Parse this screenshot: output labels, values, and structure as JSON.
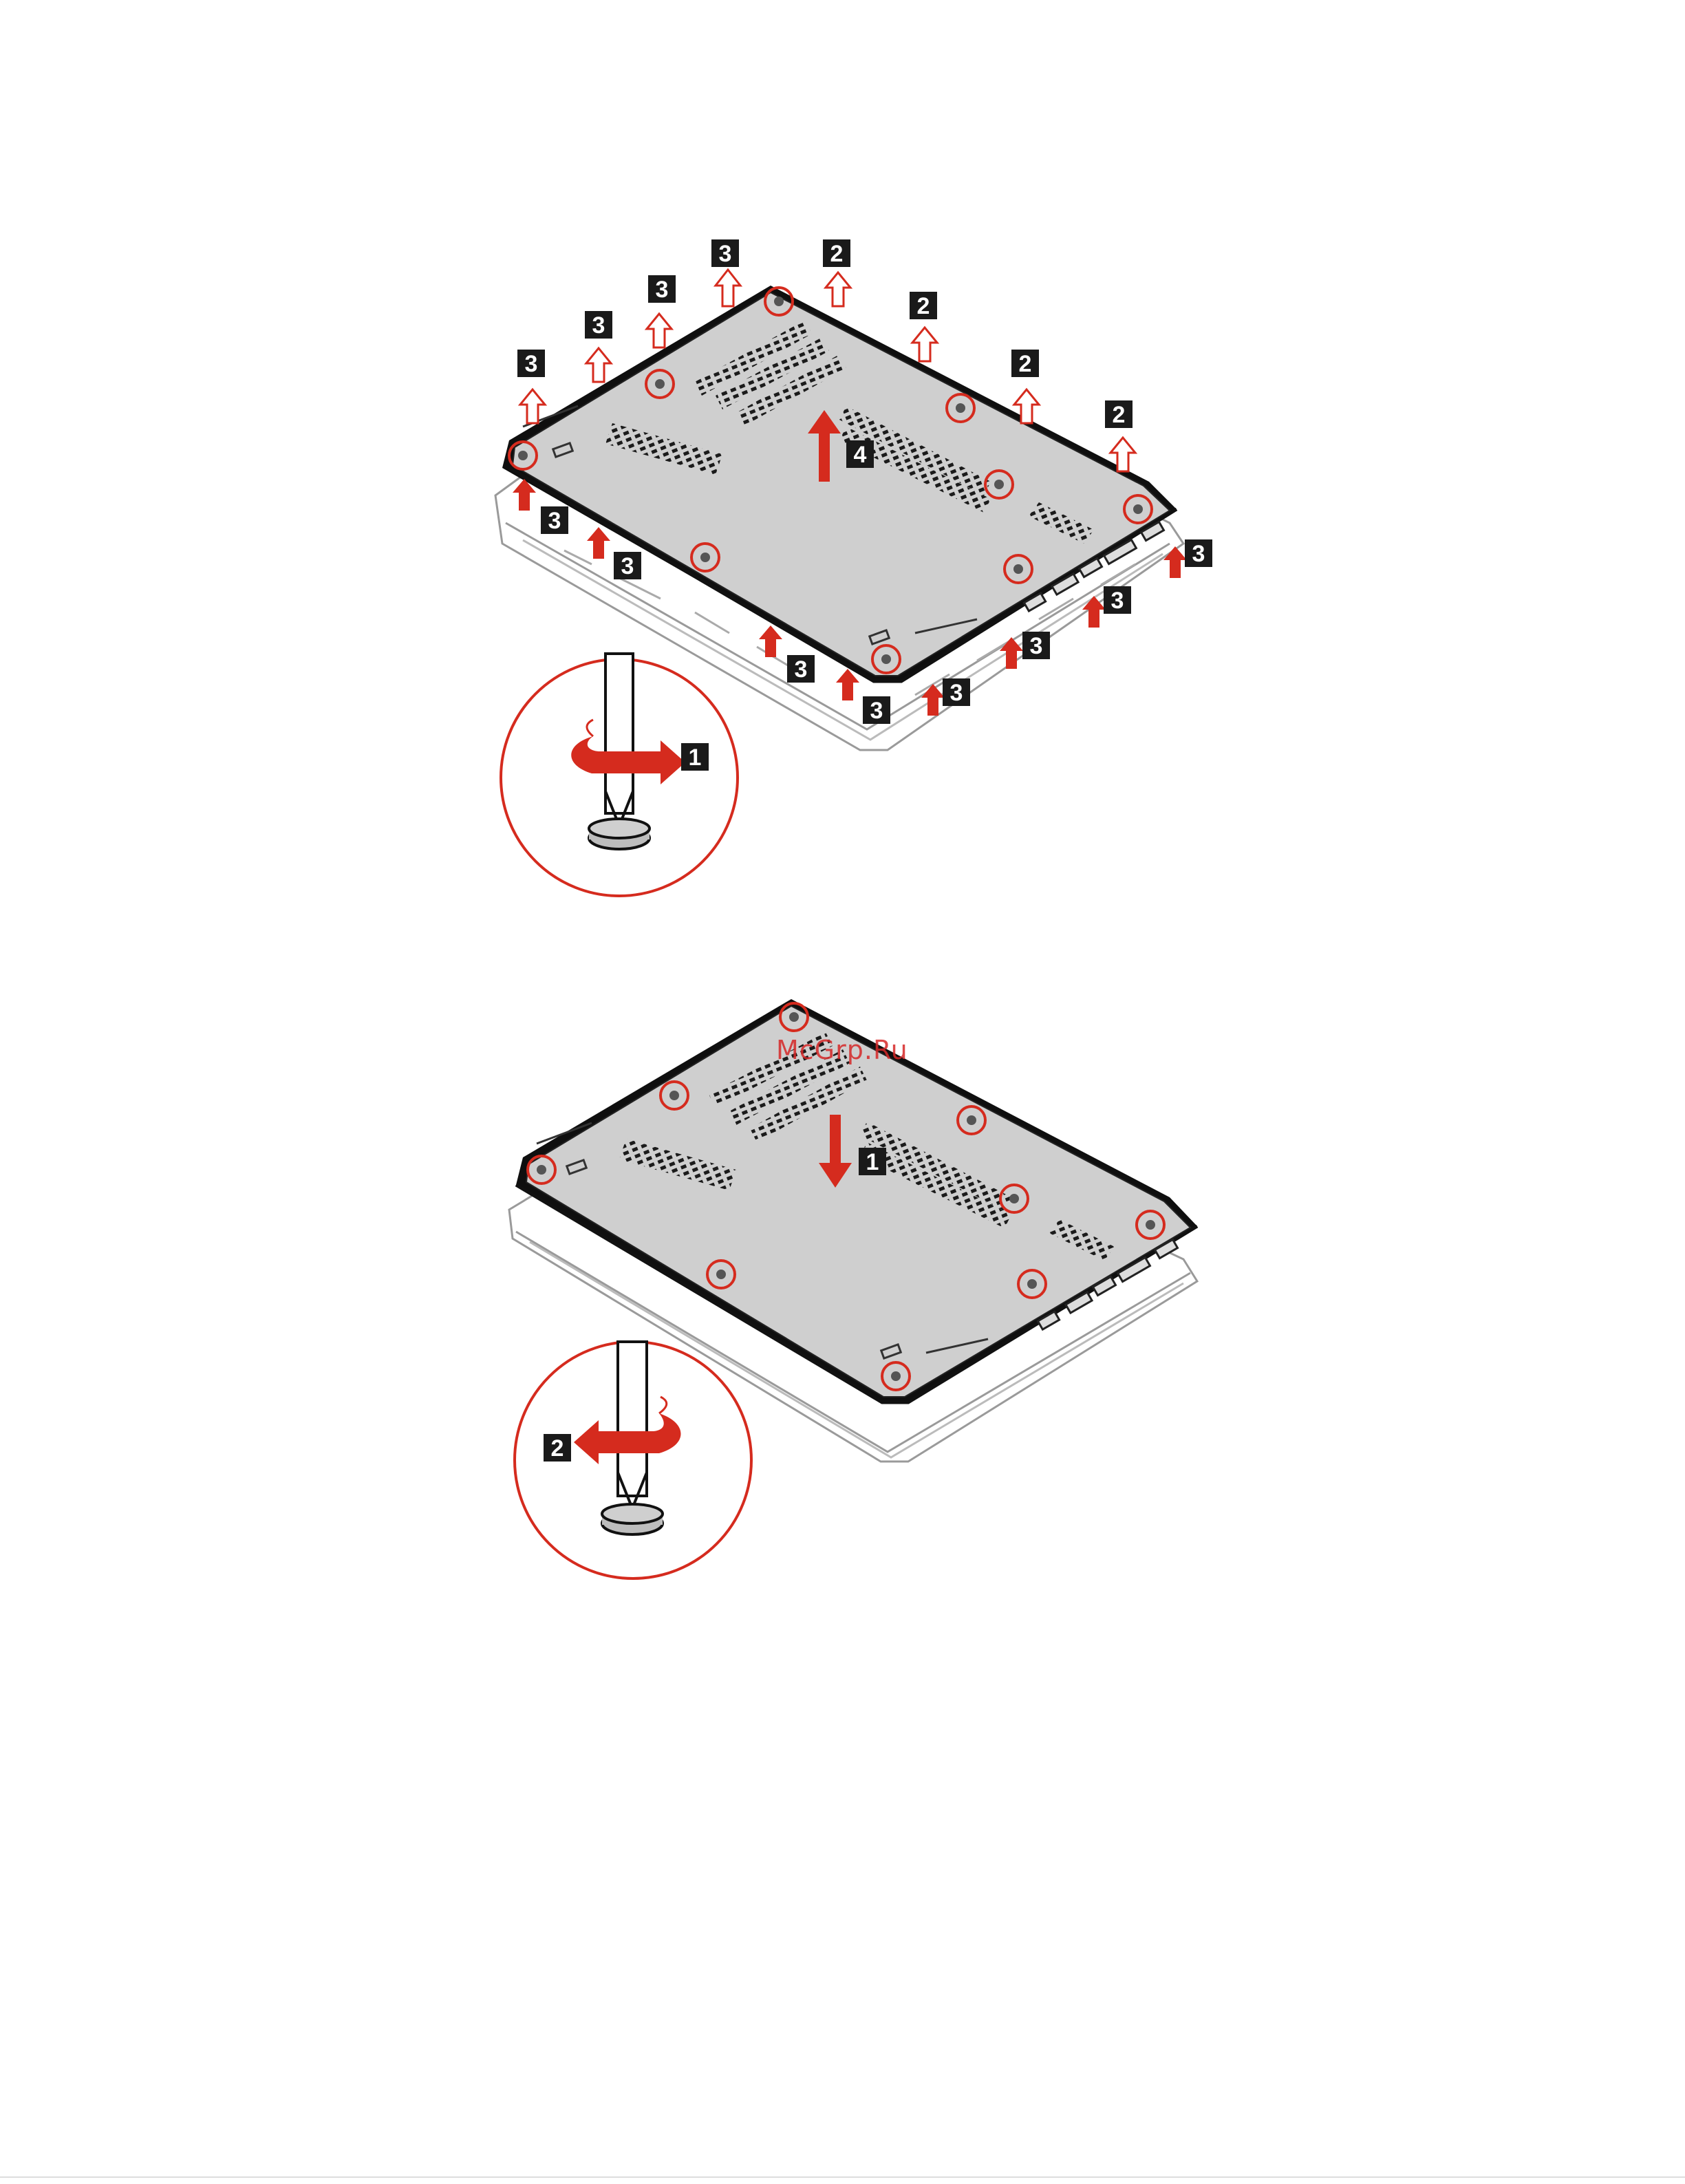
{
  "callouts": {
    "top": {
      "unscrew": "1",
      "edge_release": "2",
      "latch_release": "3",
      "lift_off": "4"
    },
    "bottom": {
      "slide_on": "1",
      "tighten": "2"
    }
  },
  "watermark": "McGrp.Ru",
  "colors": {
    "accent": "#d52b1e",
    "callout_bg": "#1a1a1a",
    "panel_fill": "#cfcfcf",
    "panel_stroke": "#111111"
  },
  "icons": [
    "screwdriver-icon",
    "rotate-ccw-icon",
    "rotate-cw-icon",
    "arrow-up-icon",
    "arrow-down-icon",
    "screw-icon"
  ]
}
